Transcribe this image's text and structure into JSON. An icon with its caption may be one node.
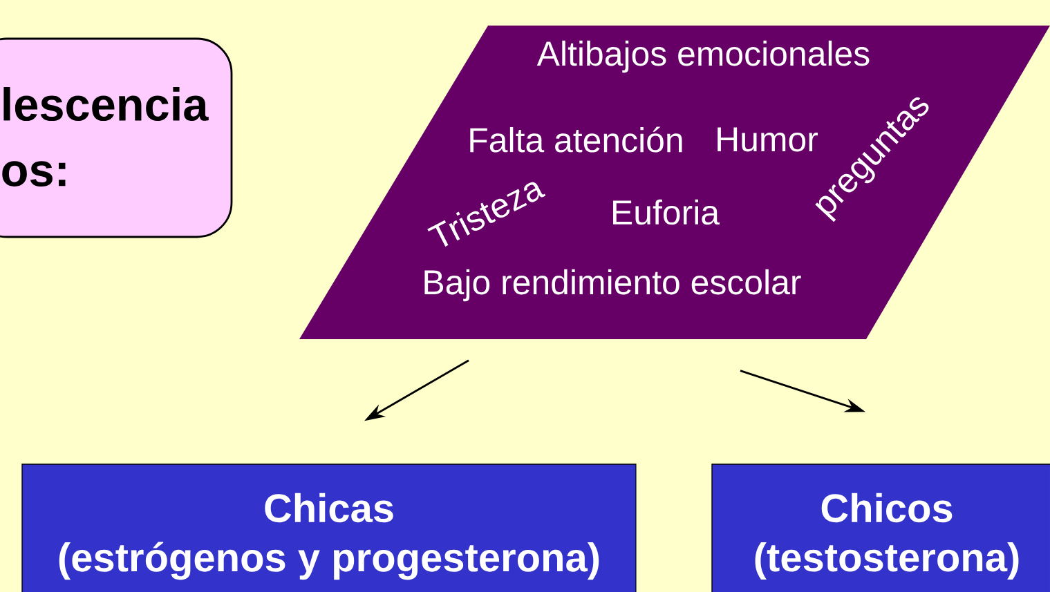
{
  "diagram": {
    "nodes": [
      {
        "text": [
          "lescencia os:"
        ]
      },
      {
        "text": [
          "Altibajos emocionales",
          "Falta atención",
          "Humor",
          "Tristeza",
          "Euforia",
          "preguntas",
          "Bajo rendimiento escolar"
        ]
      },
      {
        "text": [
          "Chicas",
          "(estrógenos y progesterona)"
        ]
      },
      {
        "text": [
          "Chicos",
          "(testosterona)"
        ]
      }
    ],
    "edges": [
      {
        "from": 1,
        "to": 2,
        "arrow": "to"
      },
      {
        "from": 1,
        "to": 3,
        "arrow": "to"
      }
    ]
  }
}
